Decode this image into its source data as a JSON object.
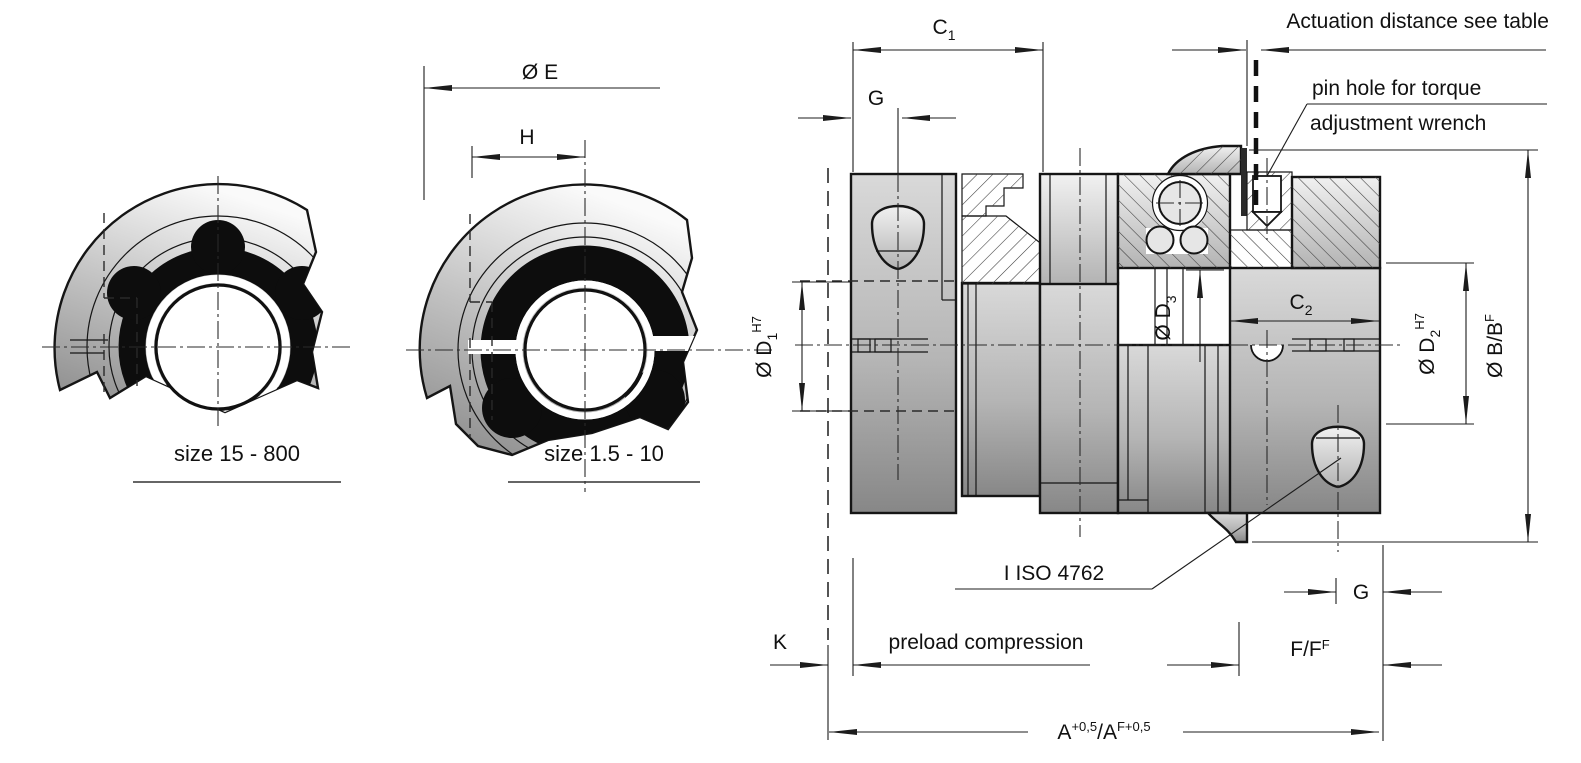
{
  "views": {
    "large": {
      "caption": "size 15 - 800"
    },
    "small": {
      "caption": "size 1.5 - 10"
    }
  },
  "annotations": {
    "actuation_distance": "Actuation distance see table",
    "pin_hole_line1": "pin hole for torque",
    "pin_hole_line2": "adjustment wrench",
    "screw_spec": "I ISO 4762",
    "preload": "preload compression"
  },
  "dims": {
    "e": {
      "base": "Ø E"
    },
    "h": {
      "base": "H"
    },
    "c1": {
      "base": "C",
      "sub": "1"
    },
    "g_top": {
      "base": "G"
    },
    "d1": {
      "base": "Ø D",
      "sub": "1",
      "sup": "H7"
    },
    "d3": {
      "base": "Ø D",
      "sub": "3"
    },
    "c2": {
      "base": "C",
      "sub": "2"
    },
    "d2": {
      "base": "Ø D",
      "sub": "2",
      "sup": "H7"
    },
    "b": {
      "base": "Ø B/B",
      "sup": "F"
    },
    "k": {
      "base": "K"
    },
    "g_bottom": {
      "base": "G"
    },
    "f": {
      "base": "F/F",
      "sup": "F"
    },
    "a": {
      "base": "A",
      "sup1": "+0,5",
      "mid": "/A",
      "sup2": "F+0,5"
    }
  },
  "colors": {
    "line": "#1a1a1a",
    "hatch": "#3a3a3a",
    "detent_black": "#0d0d0d",
    "metal_light": "#f2f2f2",
    "metal_dark": "#8f8f8f",
    "background": "#ffffff"
  }
}
